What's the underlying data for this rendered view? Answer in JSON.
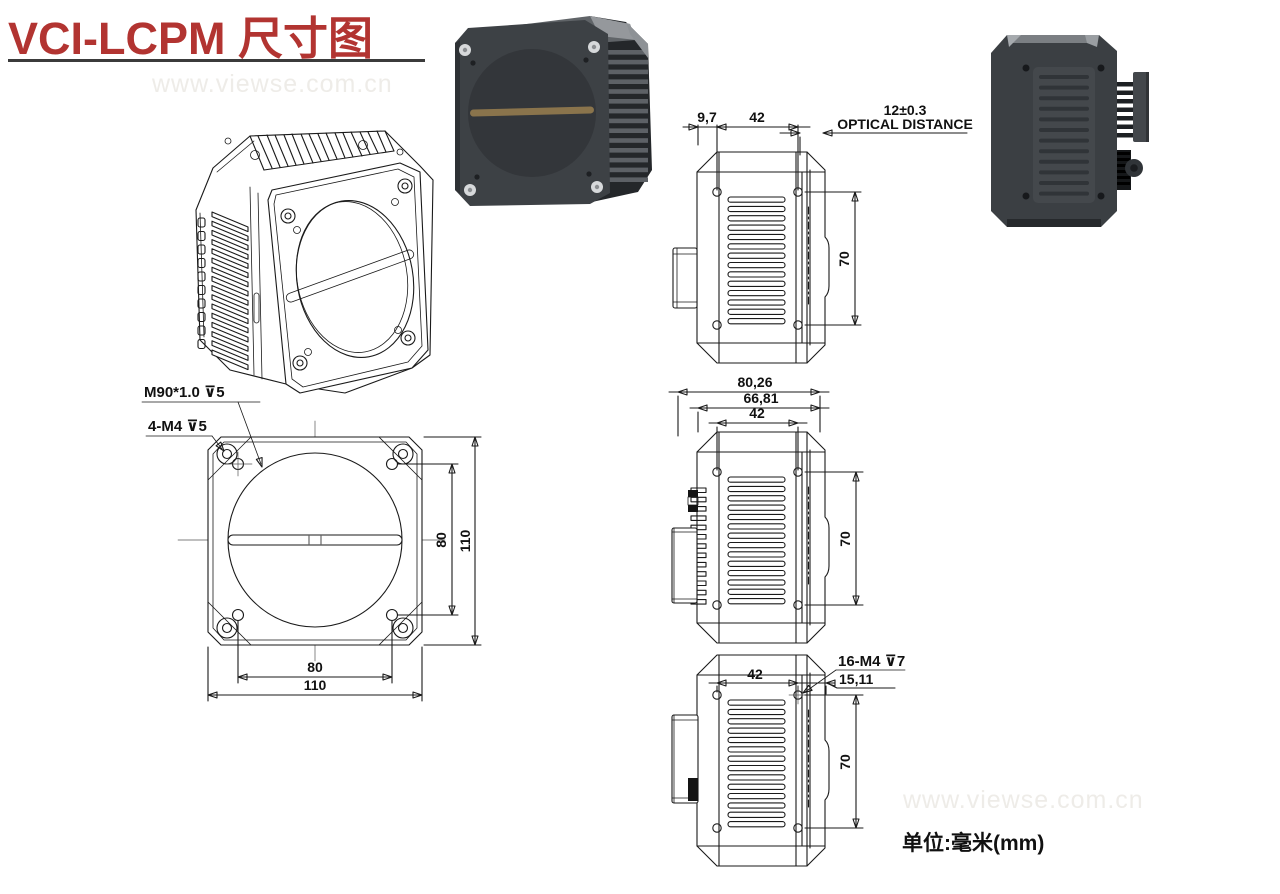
{
  "page": {
    "title": "VCI-LCPM 尺寸图",
    "watermark": "www.viewse.com.cn",
    "unit_note": "单位:毫米(mm)"
  },
  "colors": {
    "title_red": "#b23431",
    "underline_dark": "#3b3b3b",
    "drawing_line": "#1a1a1a",
    "camera_body_dark": "#3d4145",
    "sensor_line_bronze": "#8a744c",
    "watermark_gray": "#eeece8"
  },
  "front_view": {
    "thread_label": "M90*1.0 ⊽5",
    "corner_holes_label": "4-M4 ⊽5",
    "dim_hole_spacing_h": "80",
    "dim_body_width": "110",
    "dim_hole_spacing_v": "80",
    "dim_body_height": "110"
  },
  "side_view_top": {
    "dim_front_offset": "9,7",
    "dim_hole_spacing_d": "42",
    "optical_distance_value": "12±0.3",
    "optical_distance_label": "OPTICAL DISTANCE",
    "dim_hole_spacing_v": "70"
  },
  "side_view_middle": {
    "dim_depth_total": "80,26",
    "dim_depth_body": "66,81",
    "dim_hole_spacing_d": "42",
    "dim_hole_spacing_v": "70"
  },
  "side_view_bottom": {
    "mount_holes_label": "16-M4 ⊽7",
    "dim_hole_spacing_d": "42",
    "dim_front_to_hole": "15,11",
    "dim_hole_spacing_v": "70"
  }
}
